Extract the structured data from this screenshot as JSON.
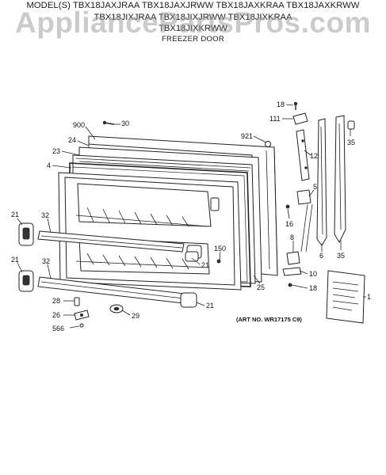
{
  "header": {
    "models_line1": "MODEL(S) TBX18JAXJRAA  TBX18JAXJRWW  TBX18JAXKRAA  TBX18JAXKRWW",
    "models_line2": "TBX18JIXJRAA  TBX18JIXJRWW  TBX18JIXKRAA",
    "models_line3": "TBX18JIXKRWW",
    "section_title": "FREEZER DOOR"
  },
  "watermark": "AppliancePartsPros.com",
  "art_reference": "(ART NO. WR17175 C9)",
  "callouts": [
    {
      "id": "c900",
      "text": "900"
    },
    {
      "id": "c30",
      "text": "30"
    },
    {
      "id": "c24",
      "text": "24"
    },
    {
      "id": "c23",
      "text": "23"
    },
    {
      "id": "c4",
      "text": "4"
    },
    {
      "id": "c921",
      "text": "921"
    },
    {
      "id": "c18a",
      "text": "18"
    },
    {
      "id": "c111",
      "text": "111"
    },
    {
      "id": "c35a",
      "text": "35"
    },
    {
      "id": "c12",
      "text": "12"
    },
    {
      "id": "c5",
      "text": "5"
    },
    {
      "id": "c16",
      "text": "16"
    },
    {
      "id": "c8",
      "text": "8"
    },
    {
      "id": "c6",
      "text": "6"
    },
    {
      "id": "c35b",
      "text": "35"
    },
    {
      "id": "c21a",
      "text": "21"
    },
    {
      "id": "c32a",
      "text": "32"
    },
    {
      "id": "c21b",
      "text": "21"
    },
    {
      "id": "c32b",
      "text": "32"
    },
    {
      "id": "c150",
      "text": "150"
    },
    {
      "id": "c21c",
      "text": "21"
    },
    {
      "id": "c25",
      "text": "25"
    },
    {
      "id": "c10",
      "text": "10"
    },
    {
      "id": "c18b",
      "text": "18"
    },
    {
      "id": "c1",
      "text": "1"
    },
    {
      "id": "c28",
      "text": "28"
    },
    {
      "id": "c26",
      "text": "26"
    },
    {
      "id": "c566",
      "text": "566"
    },
    {
      "id": "c29",
      "text": "29"
    },
    {
      "id": "c21d",
      "text": "21"
    }
  ]
}
